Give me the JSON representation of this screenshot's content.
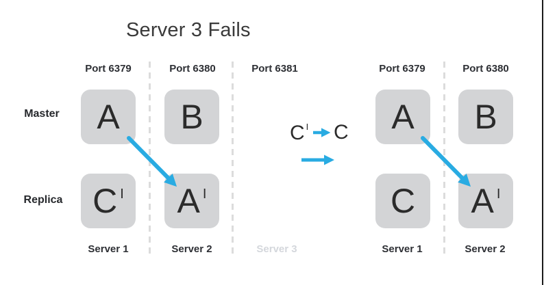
{
  "title": "Server 3 Fails",
  "colors": {
    "arrow_blue": "#29abe2",
    "cell_gray": "#d3d4d6",
    "muted_label_gray": "#d4d7dc",
    "text_dark": "#2d2f34"
  },
  "row_labels": {
    "master": "Master",
    "replica": "Replica"
  },
  "left_diagram": {
    "ports": [
      "Port 6379",
      "Port 6380",
      "Port 6381"
    ],
    "servers": [
      "Server 1",
      "Server 2",
      "Server 3"
    ],
    "master_cells": [
      {
        "label": "A",
        "prime": ""
      },
      {
        "label": "B",
        "prime": ""
      }
    ],
    "replica_cells": [
      {
        "label": "C",
        "prime": "I"
      },
      {
        "label": "A",
        "prime": "I"
      }
    ]
  },
  "annotation": {
    "from_label": "C",
    "from_prime": "I",
    "to_label": "C"
  },
  "right_diagram": {
    "ports": [
      "Port 6379",
      "Port 6380"
    ],
    "servers": [
      "Server 1",
      "Server 2"
    ],
    "master_cells": [
      {
        "label": "A",
        "prime": ""
      },
      {
        "label": "B",
        "prime": ""
      }
    ],
    "replica_cells": [
      {
        "label": "C",
        "prime": ""
      },
      {
        "label": "A",
        "prime": "I"
      }
    ]
  }
}
